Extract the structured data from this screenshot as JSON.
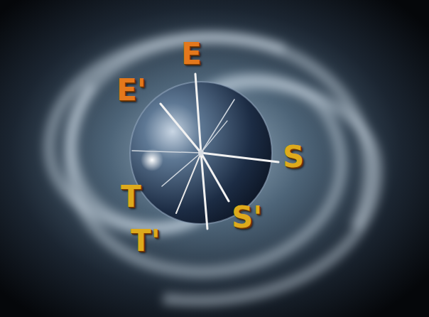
{
  "diagram": {
    "labels": [
      "E'",
      "E",
      "S",
      "S'",
      "T",
      "T'"
    ]
  }
}
